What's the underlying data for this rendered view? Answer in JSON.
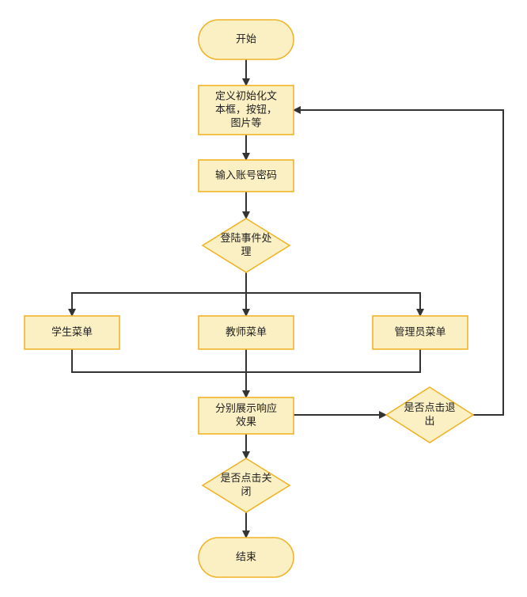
{
  "colors": {
    "fill": "#fbefc4",
    "stroke": "#f0b429",
    "edge": "#333333"
  },
  "nodes": {
    "start": {
      "shape": "terminal",
      "lines": [
        "开始"
      ]
    },
    "define": {
      "shape": "process",
      "lines": [
        "定义初始化文",
        "本框，按钮，",
        "图片等"
      ]
    },
    "input": {
      "shape": "process",
      "lines": [
        "输入账号密码"
      ]
    },
    "login": {
      "shape": "decision",
      "lines": [
        "登陆事件处",
        "理"
      ]
    },
    "student": {
      "shape": "process",
      "lines": [
        "学生菜单"
      ]
    },
    "teacher": {
      "shape": "process",
      "lines": [
        "教师菜单"
      ]
    },
    "admin": {
      "shape": "process",
      "lines": [
        "管理员菜单"
      ]
    },
    "display": {
      "shape": "process",
      "lines": [
        "分别展示响应",
        "效果"
      ]
    },
    "exitq": {
      "shape": "decision",
      "lines": [
        "是否点击退",
        "出"
      ]
    },
    "closeq": {
      "shape": "decision",
      "lines": [
        "是否点击关",
        "闭"
      ]
    },
    "end": {
      "shape": "terminal",
      "lines": [
        "结束"
      ]
    }
  }
}
